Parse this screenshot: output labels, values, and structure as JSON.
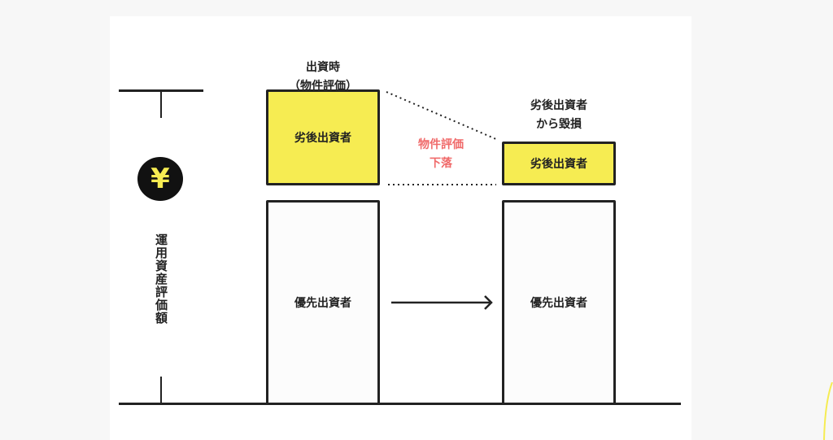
{
  "axis": {
    "label": "運用資産評価額",
    "icon": "yen-icon",
    "symbol": "¥"
  },
  "before": {
    "title_line1": "出資時",
    "title_line2": "（物件評価）",
    "junior": "劣後出資者",
    "senior": "優先出資者"
  },
  "after": {
    "title_line1": "劣後出資者",
    "title_line2": "から毀損",
    "junior": "劣後出資者",
    "senior": "優先出資者"
  },
  "change": {
    "line1": "物件評価",
    "line2": "下落"
  },
  "colors": {
    "junior": "#f6ec52",
    "decline_text": "#f06a6a",
    "stroke": "#222222"
  }
}
